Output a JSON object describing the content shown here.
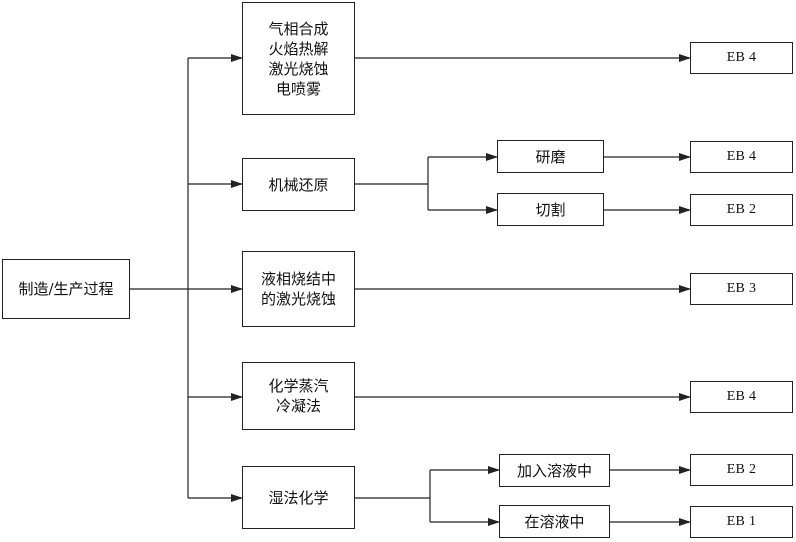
{
  "root": "制造/生产过程",
  "processes": [
    "气相合成\n火焰热解\n激光烧蚀\n电喷雾",
    "机械还原",
    "液相烧结中\n的激光烧蚀",
    "化学蒸汽\n冷凝法",
    "湿法化学"
  ],
  "sub_steps": [
    "研磨",
    "切割",
    "加入溶液中",
    "在溶液中"
  ],
  "outputs": [
    "EB 4",
    "EB 4",
    "EB 2",
    "EB 3",
    "EB 4",
    "EB 2",
    "EB 1"
  ]
}
